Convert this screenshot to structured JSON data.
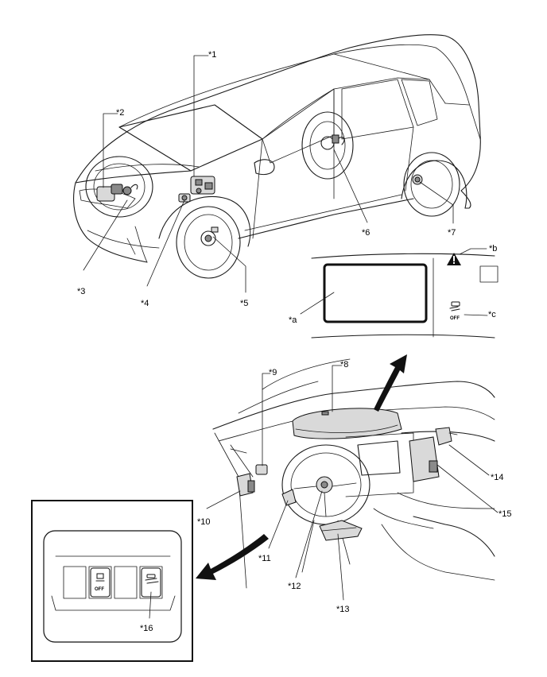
{
  "callouts": {
    "c1": "*1",
    "c2": "*2",
    "c3": "*3",
    "c4": "*4",
    "c5": "*5",
    "c6": "*6",
    "c7": "*7",
    "c8": "*8",
    "c9": "*9",
    "c10": "*10",
    "c11": "*11",
    "c12": "*12",
    "c13": "*13",
    "c14": "*14",
    "c15": "*15",
    "c16": "*16",
    "ca": "*a",
    "cb": "*b",
    "cc": "*c"
  },
  "icons": {
    "warning": "warning-triangle-icon",
    "slip_off": "slip-indicator-off-icon",
    "vsc_off": "vsc-off-icon"
  },
  "icon_labels": {
    "off": "OFF"
  },
  "colors": {
    "line": "#1a1a1a",
    "part_fill": "#d9d9d9",
    "part_dark": "#8a8a8a"
  }
}
